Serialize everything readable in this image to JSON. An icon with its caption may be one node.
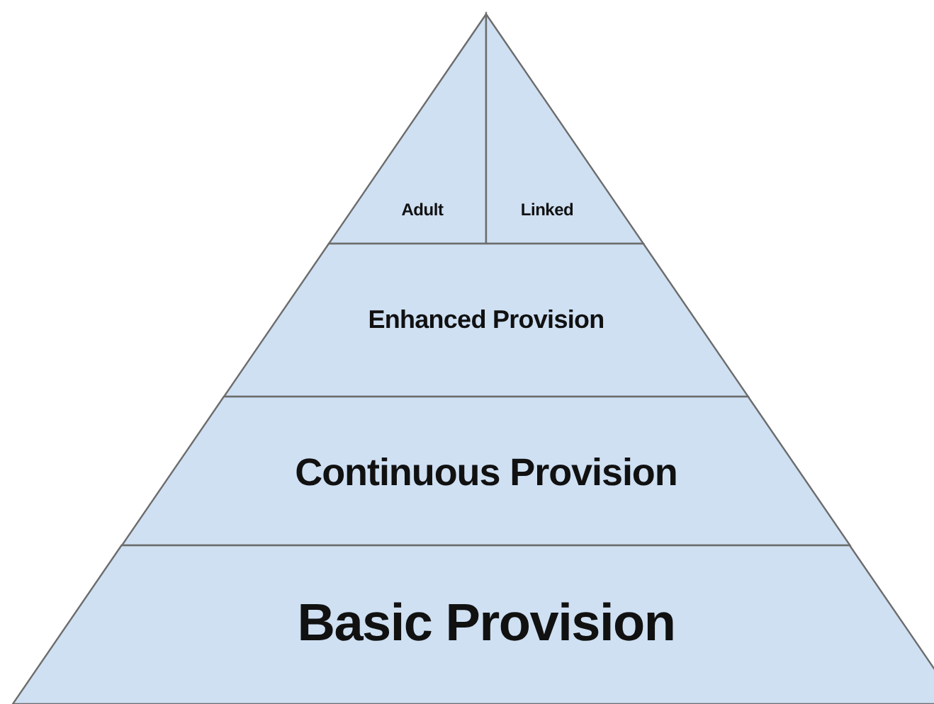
{
  "diagram": {
    "nodes": [
      {
        "text": [
          "Adult"
        ]
      },
      {
        "text": [
          "Linked"
        ]
      },
      {
        "text": [
          "Enhanced Provision"
        ]
      },
      {
        "text": [
          "Continuous Provision"
        ]
      },
      {
        "text": [
          "Basic Provision"
        ]
      }
    ]
  }
}
